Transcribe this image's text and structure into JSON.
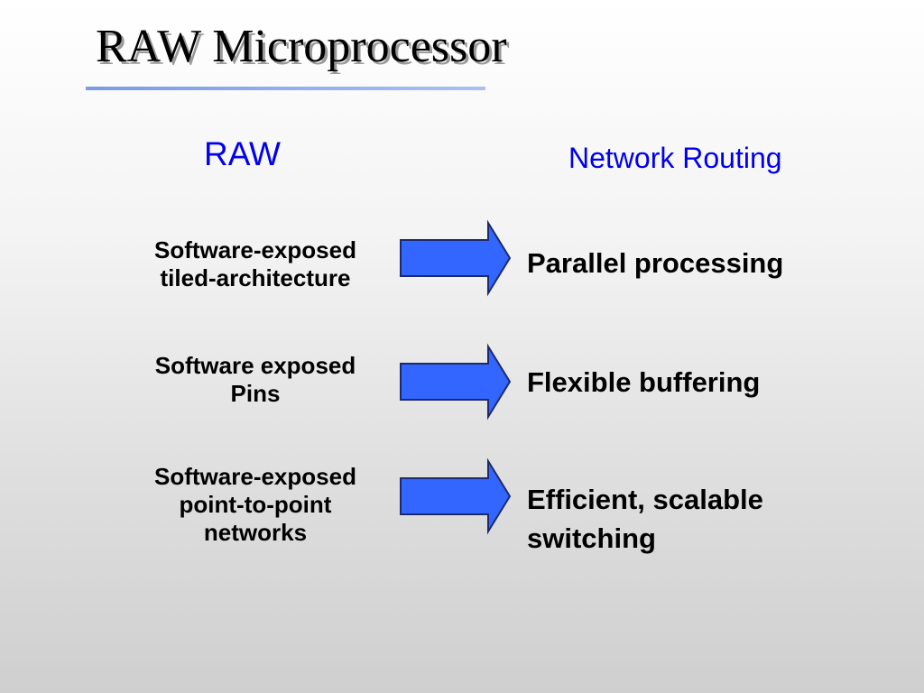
{
  "title": "RAW Microprocessor",
  "columns": {
    "left": "RAW",
    "right": "Network Routing"
  },
  "rows": [
    {
      "from": "Software-exposed\n  tiled-architecture",
      "to": "Parallel processing"
    },
    {
      "from": "Software exposed\nPins",
      "to": "Flexible buffering"
    },
    {
      "from": "Software-exposed\npoint-to-point\nnetworks",
      "to": "Efficient, scalable\n   switching"
    }
  ],
  "colors": {
    "heading": "#0000ee",
    "arrow_fill": "#3366ff",
    "arrow_stroke": "#1c2a6b",
    "title_rule": "#7a9be8"
  }
}
